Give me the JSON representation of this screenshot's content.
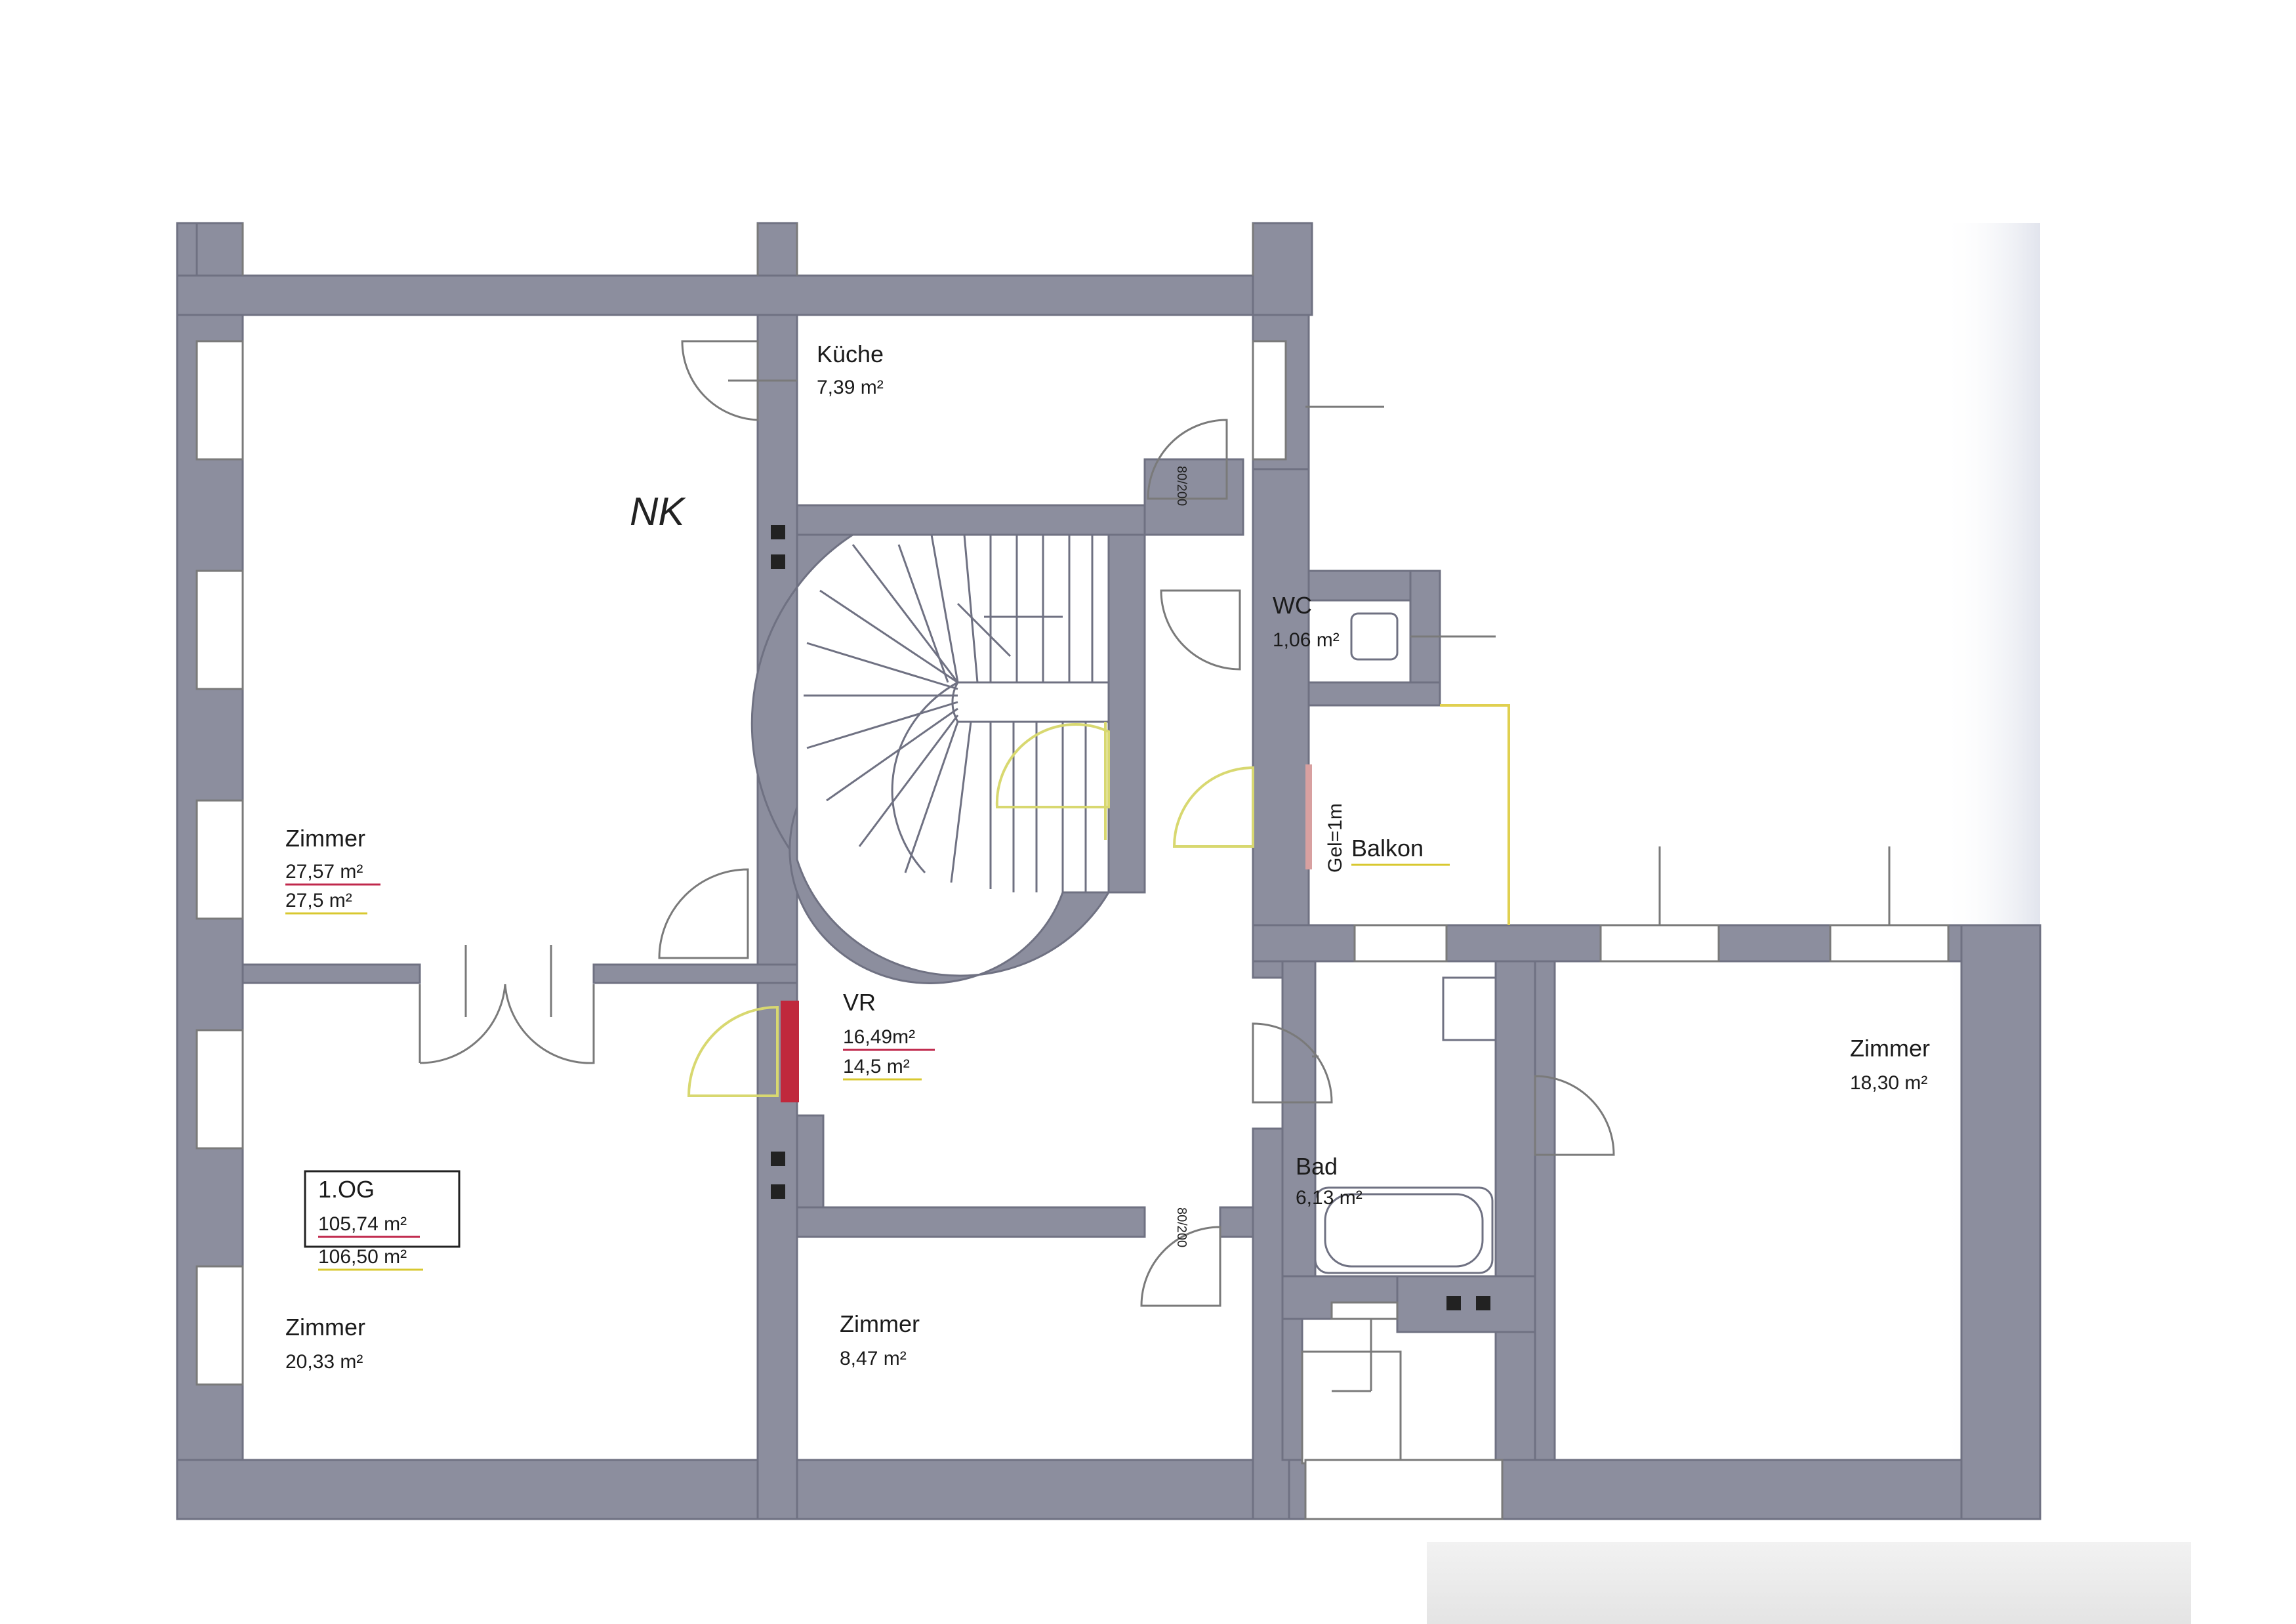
{
  "floor": {
    "level_label": "1.OG",
    "area_primary": "105,74 m²",
    "area_secondary": "106,50 m²"
  },
  "rooms": {
    "kueche": {
      "name": "Küche",
      "area": "7,39 m²"
    },
    "zimmer_nw": {
      "name": "Zimmer",
      "area": "27,57 m²",
      "area_alt": "27,5 m²"
    },
    "vr": {
      "name": "VR",
      "area": "16,49m²",
      "area_alt": "14,5 m²"
    },
    "wc": {
      "name": "WC",
      "area": "1,06 m²"
    },
    "balkon": {
      "name": "Balkon",
      "note": "Gel=1m"
    },
    "zimmer_sw": {
      "name": "Zimmer",
      "area": "20,33 m²"
    },
    "zimmer_s": {
      "name": "Zimmer",
      "area": "8,47 m²"
    },
    "bad": {
      "name": "Bad",
      "area": "6,13 m²"
    },
    "zimmer_e": {
      "name": "Zimmer",
      "area": "18,30 m²"
    }
  },
  "annotations": {
    "handwritten": "NK",
    "door_tag_upper": "80/200",
    "door_tag_lower": "80/200"
  },
  "colors": {
    "wall": "#8c8e9e",
    "wall_edge": "#6f7182",
    "window_fill": "#ffffff",
    "scan_shadow": "#b9bfd4",
    "door_line": "#7a7a7a",
    "new_door_yellow": "#d8d870",
    "new_element_red": "#c0283c",
    "underline_red": "#c0284c",
    "underline_yellow": "#d8c830",
    "balkon_outline": "#e0d050",
    "balkon_rail": "#d8a0a0"
  }
}
